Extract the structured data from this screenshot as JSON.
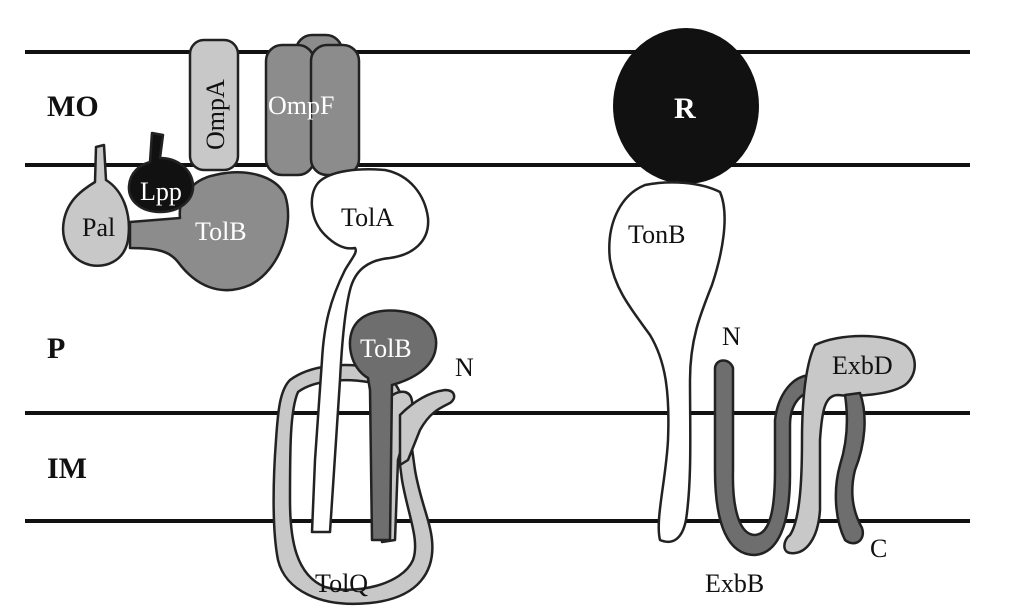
{
  "regions": {
    "outer_membrane": "MO",
    "periplasm": "P",
    "inner_membrane": "IM"
  },
  "proteins": {
    "ompa": "OmpA",
    "ompf": "OmpF",
    "lpp": "Lpp",
    "pal": "Pal",
    "tolb_outer": "TolB",
    "tola": "TolA",
    "tolb_inner": "TolB",
    "tolq": "TolQ",
    "receptor": "R",
    "tonb": "TonB",
    "exbd": "ExbD",
    "exbb": "ExbB"
  },
  "termini": {
    "tola_n": "N",
    "tonb_n": "N",
    "exbd_c": "C"
  },
  "colors": {
    "light_gray": "#c8c8c8",
    "mid_gray": "#8c8c8c",
    "dark_gray": "#6e6e6e",
    "black": "#111111",
    "white": "#ffffff"
  }
}
